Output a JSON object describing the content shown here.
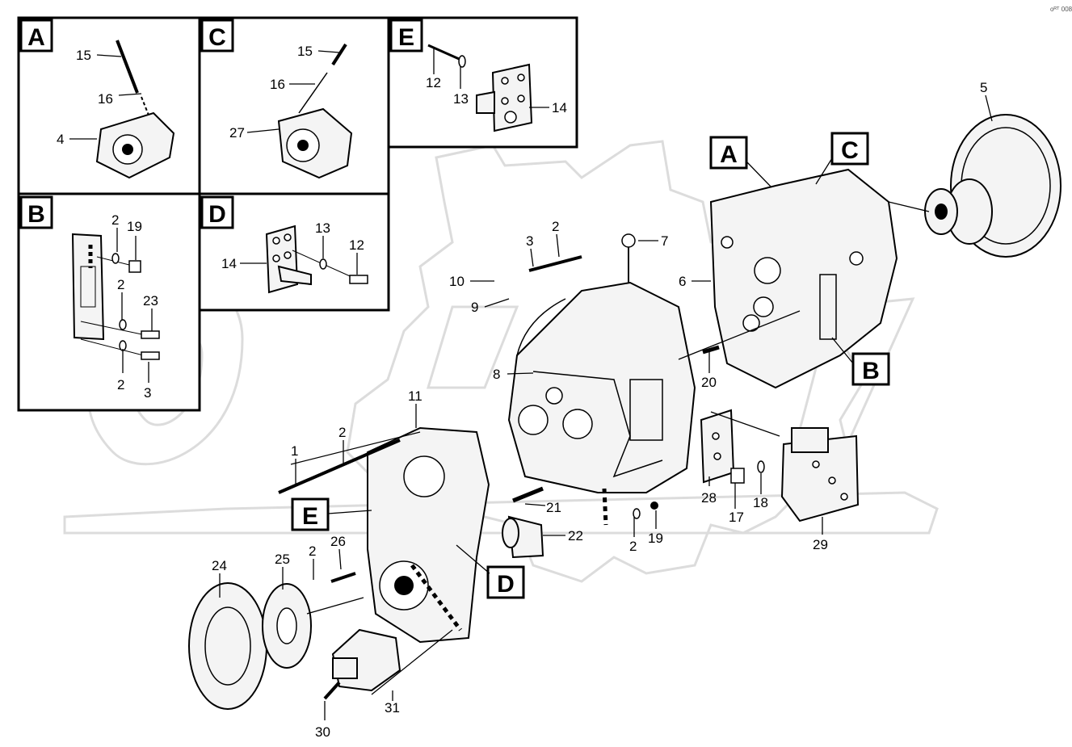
{
  "code": "oᴿᵀ 008",
  "panel_letters": {
    "A": "A",
    "B": "B",
    "C": "C",
    "D": "D",
    "E": "E"
  },
  "main_letters": {
    "A": "A",
    "B": "B",
    "C": "C",
    "D": "D",
    "E": "E"
  },
  "panel_labels": {
    "a15": "15",
    "a16": "16",
    "a4": "4",
    "c15": "15",
    "c16": "16",
    "c27": "27",
    "e12": "12",
    "e13": "13",
    "e14": "14",
    "b2a": "2",
    "b19": "19",
    "b2b": "2",
    "b23": "23",
    "b2c": "2",
    "b3": "3",
    "d13": "13",
    "d12": "12",
    "d14": "14"
  },
  "labels": {
    "n5": "5",
    "n3": "3",
    "n2a": "2",
    "n7": "7",
    "n10": "10",
    "n9": "9",
    "n6": "6",
    "n8": "8",
    "n20": "20",
    "n11": "11",
    "n2b": "2",
    "n1": "1",
    "n21": "21",
    "n22": "22",
    "n2c": "2",
    "n19": "19",
    "n28": "28",
    "n17": "17",
    "n18": "18",
    "n29": "29",
    "n24": "24",
    "n25": "25",
    "n2d": "2",
    "n26": "26",
    "n30": "30",
    "n31": "31"
  }
}
